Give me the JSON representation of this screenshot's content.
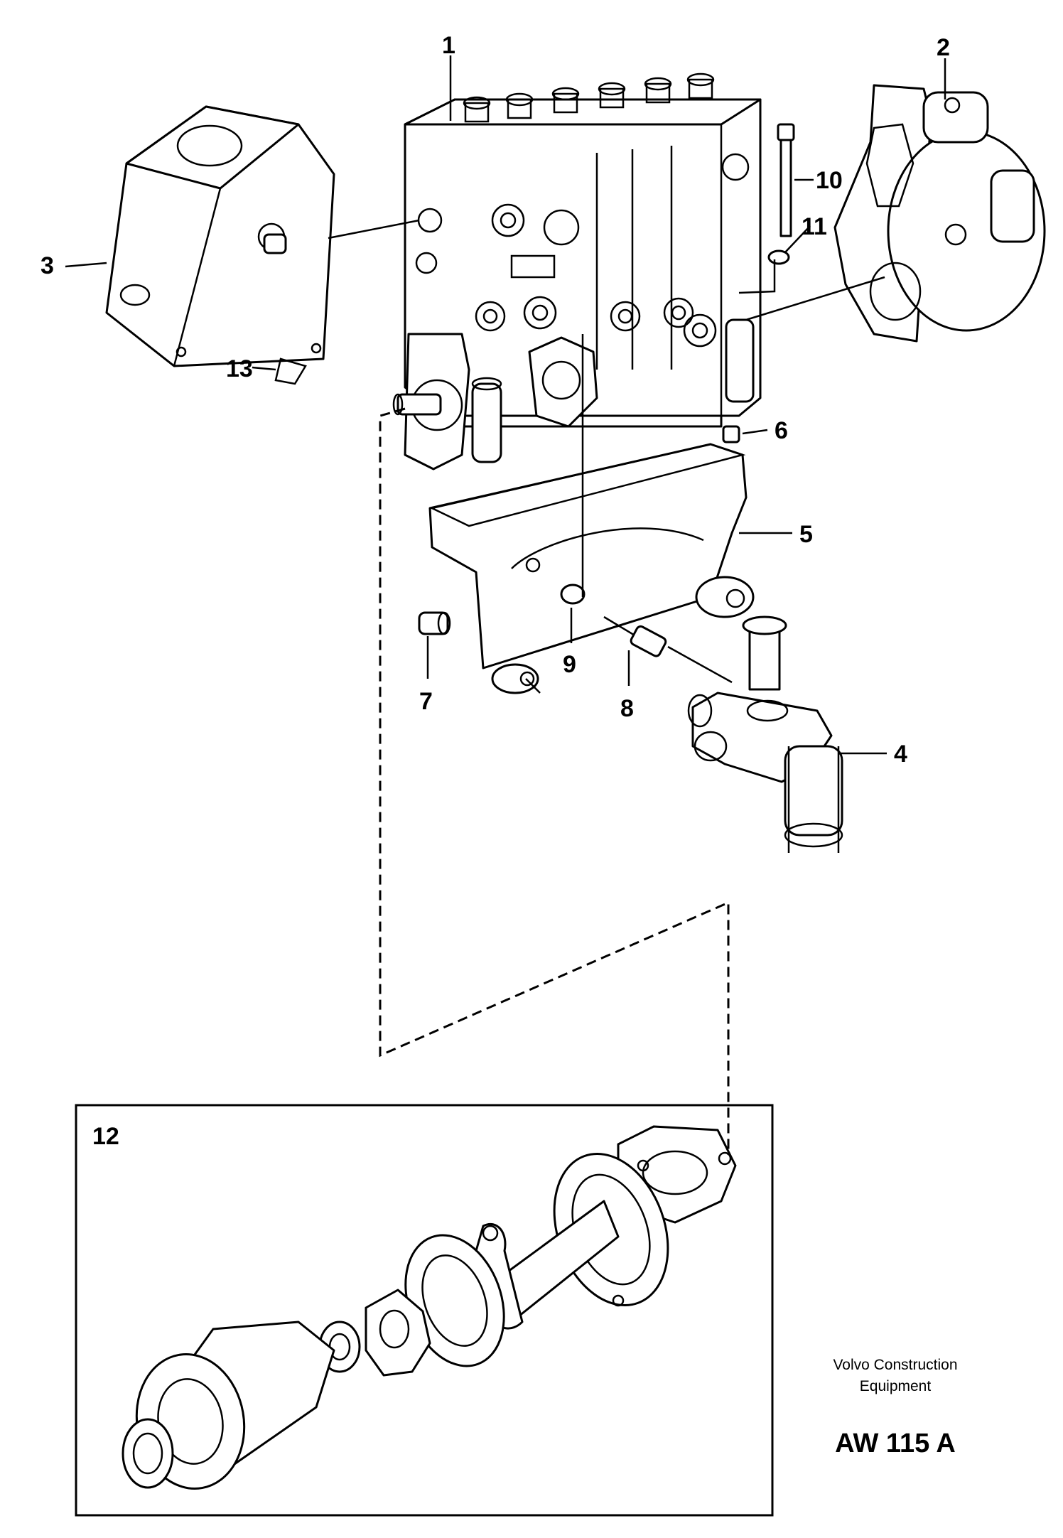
{
  "callouts": [
    "1",
    "2",
    "3",
    "4",
    "5",
    "6",
    "7",
    "8",
    "9",
    "10",
    "11",
    "12",
    "13"
  ],
  "footer": {
    "company_line1": "Volvo Construction",
    "company_line2": "Equipment",
    "drawing_code": "AW 115 A"
  }
}
